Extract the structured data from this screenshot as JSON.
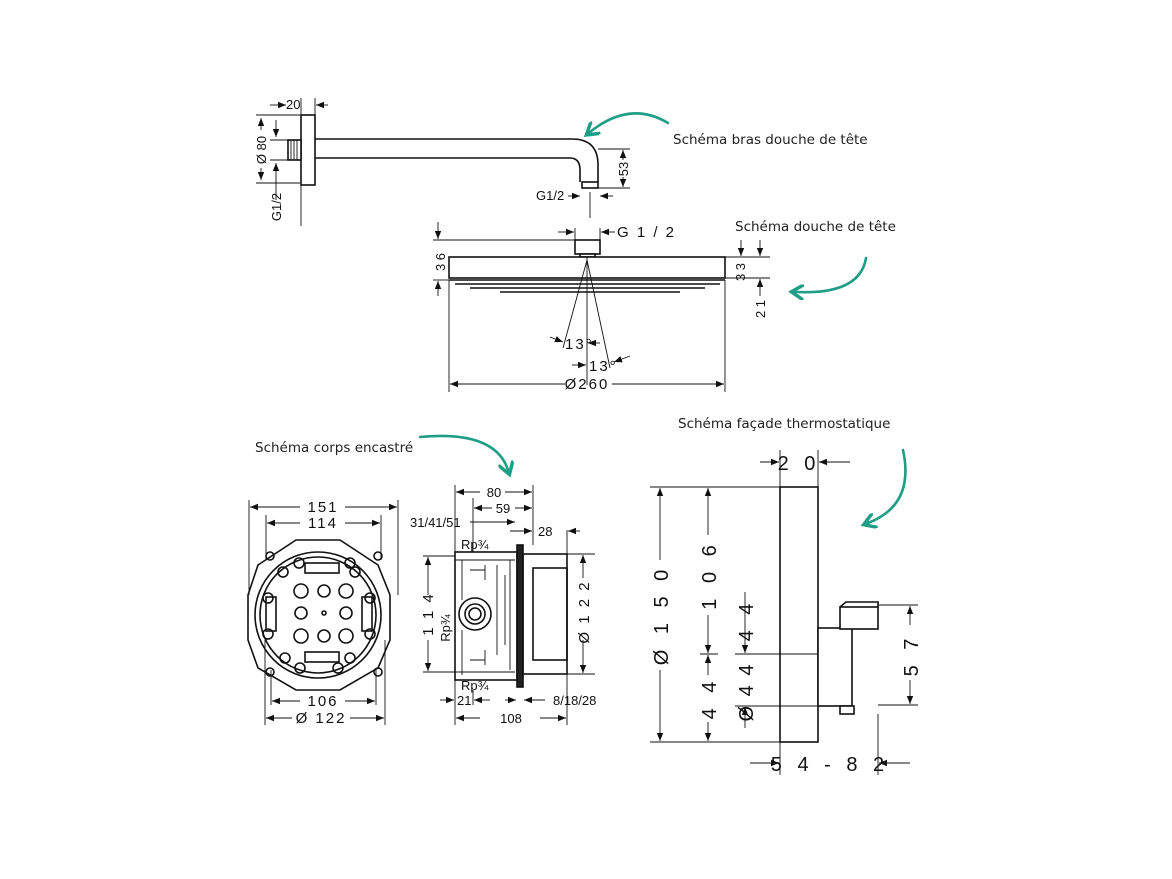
{
  "captions": {
    "arm": "Schéma bras douche de tête",
    "head": "Schéma douche de tête",
    "body": "Schéma corps encastré",
    "facade": "Schéma façade thermostatique"
  },
  "arm_dims": {
    "width": "20",
    "plate_dia": "Ø 80",
    "thread_wall": "G1/2",
    "drop": "53",
    "thread_outlet": "G1/2"
  },
  "head_dims": {
    "thread": "G 1 / 2",
    "height": "3 6",
    "top": "3 3",
    "plate": "2 1",
    "angle1": "13°",
    "angle2": "13°",
    "diameter": "Ø260"
  },
  "body_dims": {
    "w151": "151",
    "w114": "114",
    "w106": "106",
    "d122": "Ø  122",
    "s80": "80",
    "s59": "59",
    "s314151": "31/41/51",
    "s28": "28",
    "rp_top": "Rp¾",
    "rp_mid": "Rp¾",
    "rp_bot": "Rp¾",
    "s114": "1 1 4",
    "s122": "Ø  1 2 2",
    "s21": "21",
    "s108": "108",
    "s81828": "8/18/28"
  },
  "facade_dims": {
    "depth": "2 0",
    "d150": "Ø  1 5 0",
    "h106": "1 0 6",
    "h44": "4 4",
    "d44": "Ø  4 4",
    "h44b": "4 4",
    "h57": "5 7",
    "range": "5 4 - 8 2"
  },
  "colors": {
    "accent": "#1f9e86"
  }
}
